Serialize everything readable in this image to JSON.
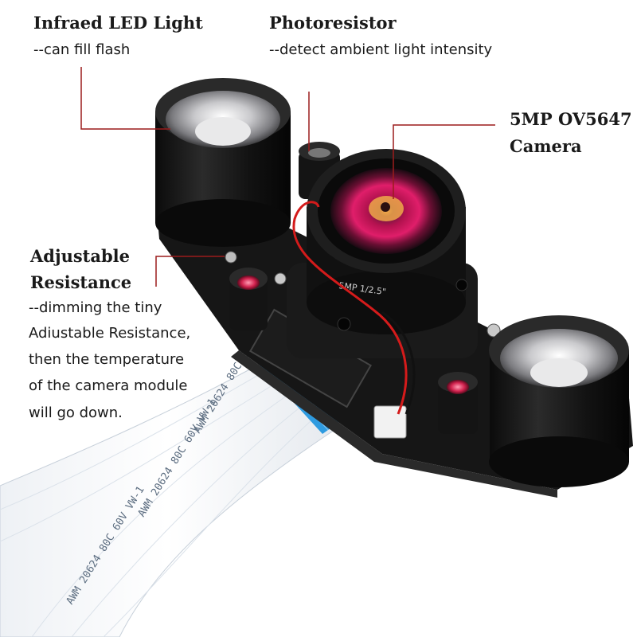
{
  "callouts": {
    "led": {
      "title": "Infraed LED Light",
      "desc": "--can fill flash"
    },
    "photoresistor": {
      "title": "Photoresistor",
      "desc": "--detect ambient light intensity"
    },
    "camera": {
      "title_line1": "5MP OV5647",
      "title_line2": "Camera"
    },
    "resistance": {
      "title_line1": "Adjustable",
      "title_line2": "Resistance",
      "desc_lines": [
        "--dimming the tiny",
        "Adiustable Resistance,",
        "then the temperature",
        "of the camera module",
        "will go down."
      ]
    }
  },
  "product": {
    "lens_text": "5MP  1/2.5\"",
    "ribbon_text": "AWM 20624 80C 60V VW-1"
  },
  "colors": {
    "leader_line": "#9b1c1c",
    "board": "#161616",
    "lens_reflection": "#e01e6a",
    "ribbon_blue": "#2f9be0"
  }
}
